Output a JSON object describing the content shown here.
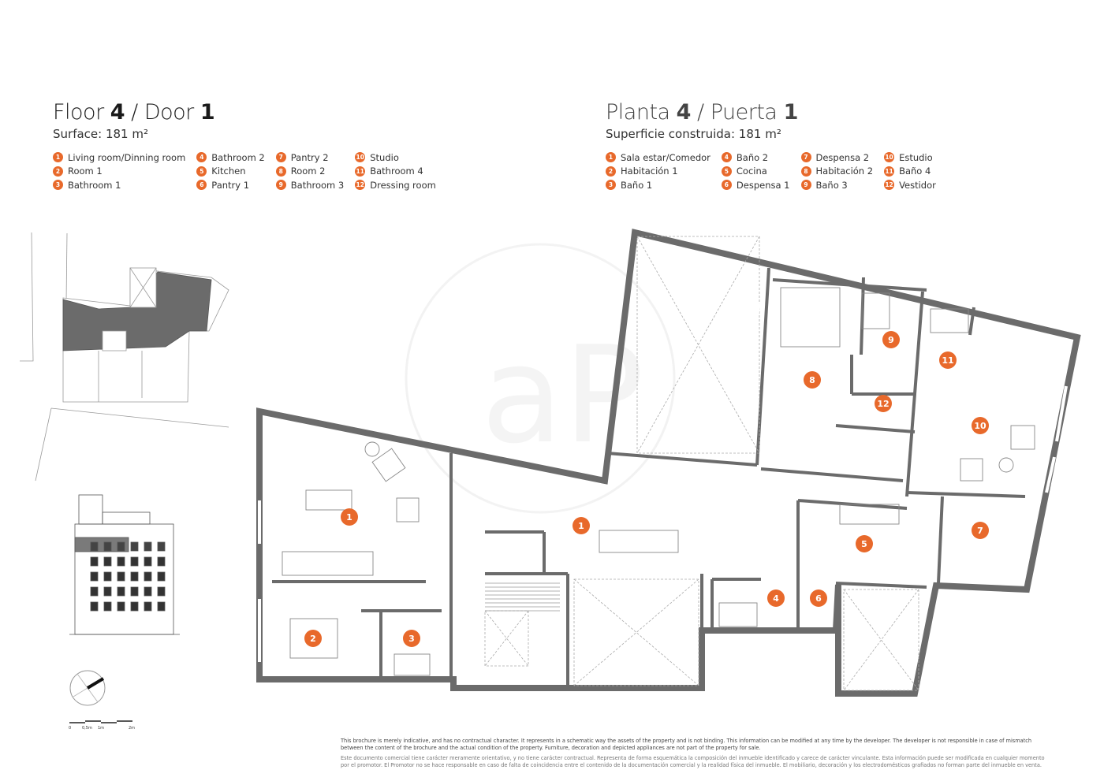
{
  "en": {
    "title_prefix": "Floor ",
    "floor": "4",
    "title_mid": " / Door ",
    "door": "1",
    "surface": "Surface: 181 m²",
    "rooms": [
      "Living room/Dinning room",
      "Room 1",
      "Bathroom 1",
      "Bathroom 2",
      "Kitchen",
      "Pantry 1",
      "Pantry 2",
      "Room 2",
      "Bathroom 3",
      "Studio",
      "Bathroom 4",
      "Dressing room"
    ]
  },
  "es": {
    "title_prefix": "Planta ",
    "floor": "4",
    "title_mid": " / Puerta ",
    "door": "1",
    "surface": "Superficie construida: 181 m²",
    "rooms": [
      "Sala estar/Comedor",
      "Habitación 1",
      "Baño 1",
      "Baño 2",
      "Cocina",
      "Despensa 1",
      "Despensa 2",
      "Habitación 2",
      "Baño 3",
      "Estudio",
      "Baño 4",
      "Vestidor"
    ]
  },
  "numbers": [
    "1",
    "2",
    "3",
    "4",
    "5",
    "6",
    "7",
    "8",
    "9",
    "10",
    "11",
    "12"
  ],
  "scale_bar": {
    "labels": [
      "0",
      "0,5m",
      "1m",
      "2m"
    ]
  },
  "disclaimer": {
    "en": "This brochure is merely indicative, and has no contractual character. It represents in a schematic way the assets of the property and is not binding. This information can be modified at any time by the developer. The developer is not responsible in case of mismatch between the content of the brochure and the actual condition of the property. Furniture, decoration and depicted appliances are not part of the property for sale.",
    "es": "Este documento comercial tiene carácter meramente orientativo, y no tiene carácter contractual. Representa de forma esquemática la composición del inmueble identificado y carece de carácter vinculante. Esta información puede ser modificada en cualquier momento por el promotor. El Promotor no se hace responsable en caso de falta de coincidencia entre el contenido de la documentación comercial y la realidad física del inmueble. El mobiliario, decoración y los electrodomésticos grafiados no forman parte del inmueble en venta."
  },
  "watermark": "aP",
  "colors": {
    "accent": "#e8692b",
    "wall": "#6b6b6b",
    "text": "#222222"
  }
}
